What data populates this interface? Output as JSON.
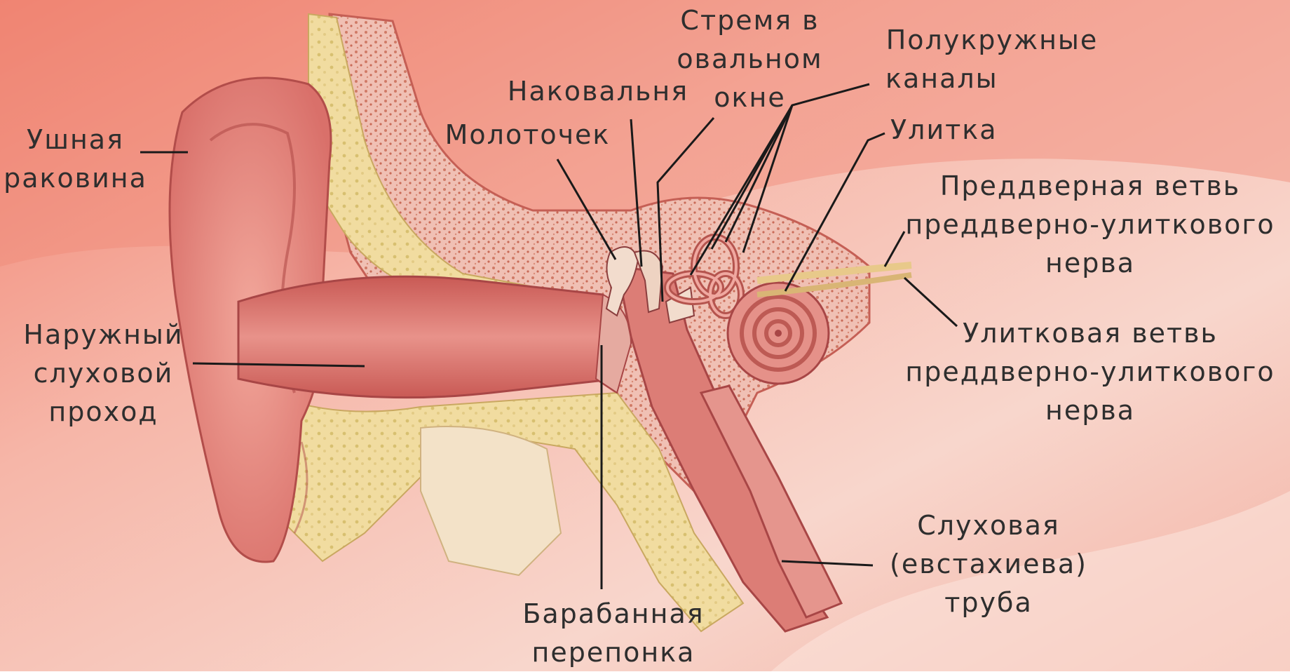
{
  "colors": {
    "background": "#f2a193",
    "background_light": "#f7d2c8",
    "skin": "#e8877c",
    "skin_dark": "#c95a55",
    "bone": "#f1dca0",
    "bone_pores": "#d07a66",
    "tissue": "#f0c0b4",
    "leader_line": "#1a1a1a",
    "label_text": "#2e2e2e"
  },
  "labels": {
    "auricle": {
      "lines": [
        "Ушная",
        "раковина"
      ]
    },
    "ear_canal": {
      "lines": [
        "Наружный",
        "слуховой",
        "проход"
      ]
    },
    "hammer": {
      "lines": [
        "Молоточек"
      ]
    },
    "anvil": {
      "lines": [
        "Наковальня"
      ]
    },
    "stirrup": {
      "lines": [
        "Стремя в",
        "овальном",
        "окне"
      ]
    },
    "semicircular": {
      "lines": [
        "Полукружные",
        "каналы"
      ]
    },
    "cochlea": {
      "lines": [
        "Улитка"
      ]
    },
    "vestibular_nerve": {
      "lines": [
        "Преддверная ветвь",
        "преддверно-улиткового",
        "нерва"
      ]
    },
    "cochlear_nerve": {
      "lines": [
        "Улитковая ветвь",
        "преддверно-улиткового",
        "нерва"
      ]
    },
    "eustachian": {
      "lines": [
        "Слуховая",
        "(евстахиева)",
        "труба"
      ]
    },
    "eardrum": {
      "lines": [
        "Барабанная",
        "перепонка"
      ]
    }
  }
}
